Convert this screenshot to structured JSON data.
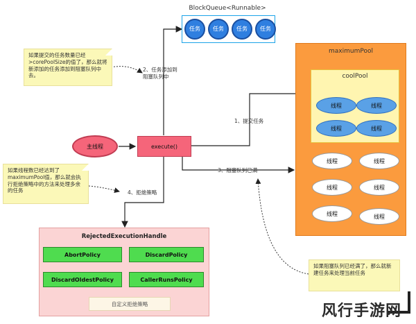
{
  "queue": {
    "title": "BlockQueue<Runnable>",
    "tasks": [
      "任务",
      "任务",
      "任务",
      "任务"
    ]
  },
  "max_pool": {
    "title": "maximumPool",
    "core_pool": {
      "title": "coolPool",
      "threads": [
        "线程",
        "线程",
        "线程",
        "线程"
      ]
    },
    "extra_threads": [
      "线程",
      "线程",
      "线程",
      "线程",
      "线程",
      "线程"
    ]
  },
  "main_thread": "主线程",
  "execute": "execute()",
  "notes": {
    "queue_note": "如果提交的任务数量已经>corePoolSize的值了，那么就将新添加的任务添加到阻塞队列中去。",
    "reject_note": "如果线程数已经达到了maximumPool值，那么就会执行拒绝策略中的方法来处理多余的任务",
    "new_thread_note": "如果阻塞队列已经满了，那么就新建任务来处理当前任务"
  },
  "labels": {
    "step1": "1、提交任务",
    "step2": "2、任务添加到\n阻塞队列中",
    "step3": "3、阻塞队列已满",
    "step4": "4、拒绝策略"
  },
  "rejected": {
    "title": "RejectedExecutionHandle",
    "policies": [
      "AbortPolicy",
      "DiscardPolicy",
      "DiscardOldestPolicy",
      "CallerRunsPolicy"
    ],
    "custom": "自定义拒绝策略"
  },
  "watermark": "风行手游网",
  "colors": {
    "queue_task": "#2f7fe0",
    "max_pool": "#fb9b3e",
    "core_pool": "#fff5b0",
    "main_thread": "#f5657a",
    "policy": "#4fdc4f",
    "reject_bg": "#fbd4d4"
  }
}
